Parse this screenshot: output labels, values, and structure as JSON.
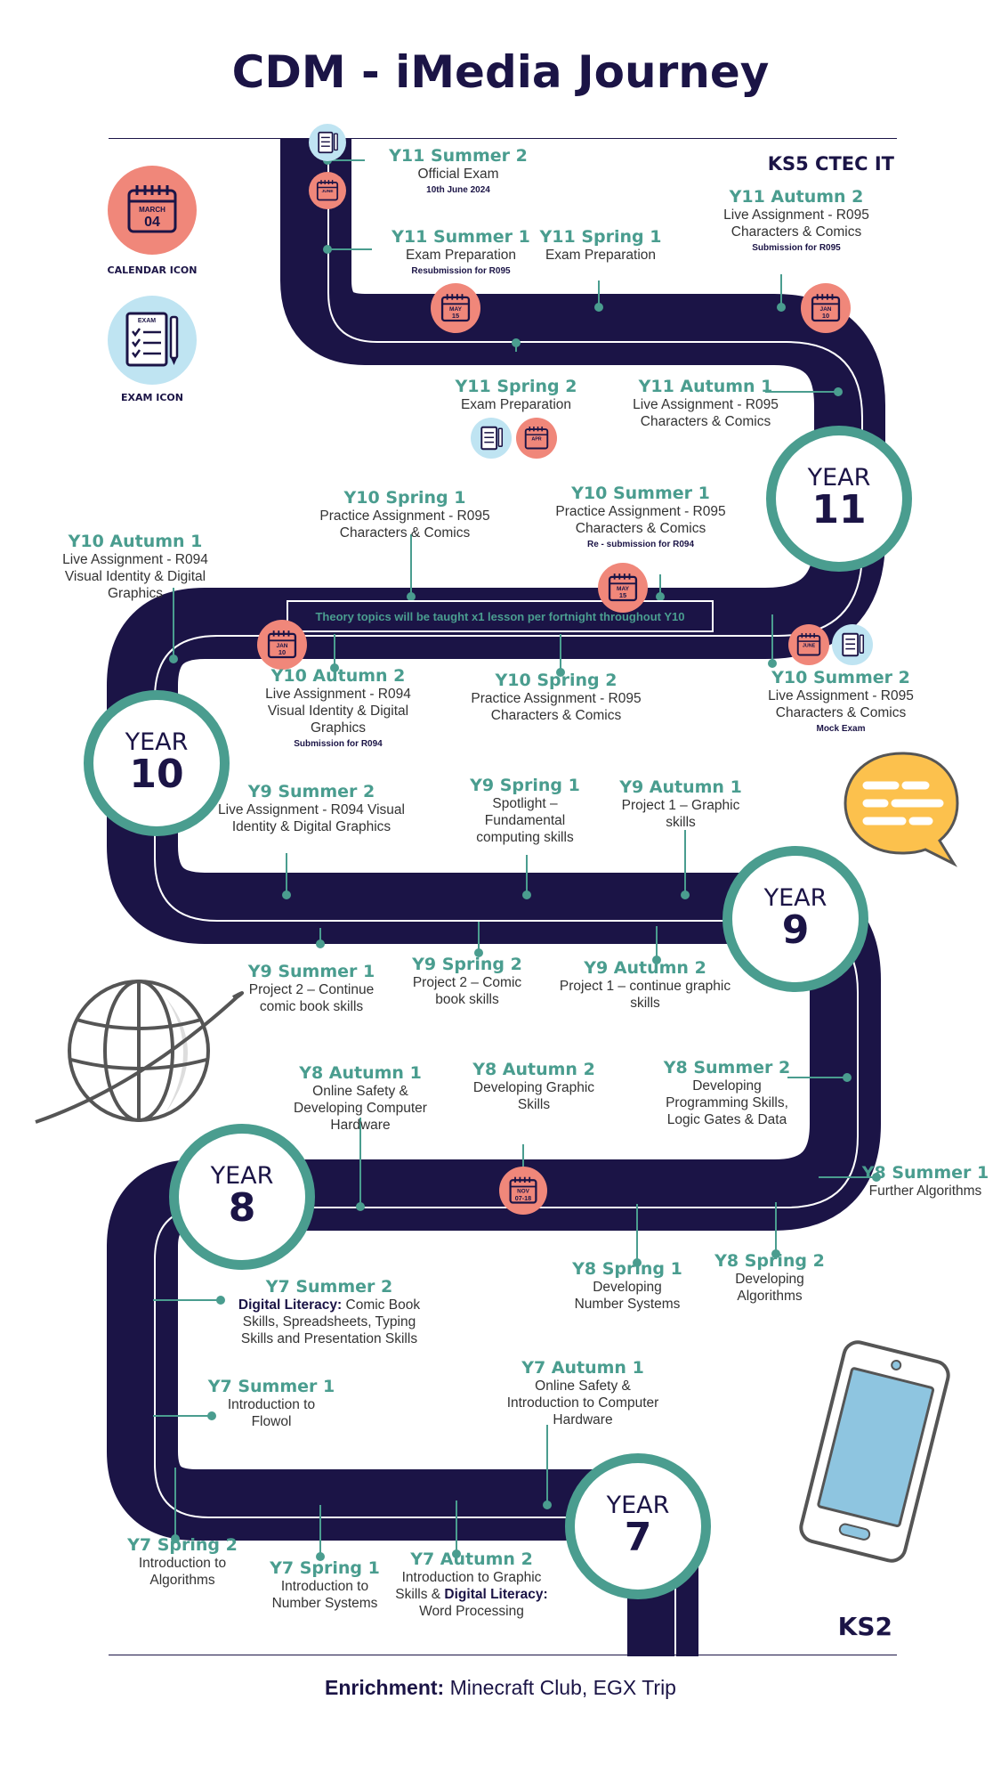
{
  "title": "CDM - iMedia Journey",
  "ks5_label": "KS5 CTEC IT",
  "ks2_label": "KS2",
  "legend": {
    "calendar_label": "CALENDAR ICON",
    "exam_label": "EXAM ICON",
    "calendar_month": "MARCH",
    "calendar_day": "04",
    "exam_word": "EXAM"
  },
  "years": {
    "y7": {
      "label": "YEAR",
      "number": "7"
    },
    "y8": {
      "label": "YEAR",
      "number": "8"
    },
    "y9": {
      "label": "YEAR",
      "number": "9"
    },
    "y10": {
      "label": "YEAR",
      "number": "10"
    },
    "y11": {
      "label": "YEAR",
      "number": "11"
    }
  },
  "theory_banner": "Theory topics will be taught x1 lesson per fortnight throughout Y10",
  "enrichment": {
    "label": "Enrichment:",
    "text": " Minecraft Club, EGX Trip"
  },
  "calendar_badges": {
    "june_a": {
      "m": "JUNE",
      "d": ""
    },
    "may_a": {
      "m": "MAY",
      "d": "15"
    },
    "jan_a": {
      "m": "JAN",
      "d": "10"
    },
    "apr": {
      "m": "APR",
      "d": ""
    },
    "may_b": {
      "m": "MAY",
      "d": "15"
    },
    "jan_b": {
      "m": "JAN",
      "d": "10"
    },
    "june_b": {
      "m": "JUNE",
      "d": ""
    },
    "nov": {
      "m": "NOV",
      "d": "07-18"
    }
  },
  "milestones": {
    "y11_summer2": {
      "h": "Y11 Summer 2",
      "d": "Official Exam",
      "n": "10th June 2024"
    },
    "y11_summer1": {
      "h": "Y11 Summer 1",
      "d": "Exam Preparation",
      "n": "Resubmission for R095"
    },
    "y11_spring1": {
      "h": "Y11 Spring 1",
      "d": "Exam Preparation"
    },
    "y11_autumn2": {
      "h": "Y11 Autumn 2",
      "d1": "Live Assignment - R095",
      "d2": "Characters & Comics",
      "n": "Submission for R095"
    },
    "y11_spring2": {
      "h": "Y11 Spring 2",
      "d": "Exam Preparation"
    },
    "y11_autumn1": {
      "h": "Y11 Autumn 1",
      "d1": "Live Assignment - R095",
      "d2": "Characters & Comics"
    },
    "y10_spring1": {
      "h": "Y10 Spring 1",
      "d1": "Practice Assignment - R095",
      "d2": "Characters & Comics"
    },
    "y10_summer1": {
      "h": "Y10 Summer 1",
      "d1": "Practice Assignment - R095",
      "d2": "Characters & Comics",
      "n": "Re - submission for R094"
    },
    "y10_autumn1": {
      "h": "Y10 Autumn 1",
      "d1": "Live Assignment - R094",
      "d2": "Visual Identity & Digital",
      "d3": "Graphics"
    },
    "y10_autumn2": {
      "h": "Y10 Autumn 2",
      "d1": "Live Assignment - R094",
      "d2": "Visual Identity & Digital",
      "d3": "Graphics",
      "n": "Submission for R094"
    },
    "y10_spring2": {
      "h": "Y10 Spring 2",
      "d1": "Practice Assignment - R095",
      "d2": "Characters & Comics"
    },
    "y10_summer2": {
      "h": "Y10 Summer 2",
      "d1": "Live Assignment - R095",
      "d2": "Characters & Comics",
      "n": "Mock Exam"
    },
    "y9_summer2": {
      "h": "Y9 Summer 2",
      "d1": "Live Assignment - R094 Visual",
      "d2": "Identity & Digital Graphics"
    },
    "y9_spring1": {
      "h": "Y9 Spring 1",
      "d1": "Spotlight –",
      "d2": "Fundamental",
      "d3": "computing skills"
    },
    "y9_autumn1": {
      "h": "Y9 Autumn 1",
      "d1": "Project 1 – Graphic",
      "d2": "skills"
    },
    "y9_summer1": {
      "h": "Y9 Summer 1",
      "d1": "Project 2 – Continue",
      "d2": "comic book skills"
    },
    "y9_spring2": {
      "h": "Y9 Spring 2",
      "d1": "Project 2 – Comic",
      "d2": "book skills"
    },
    "y9_autumn2": {
      "h": "Y9 Autumn 2",
      "d1": "Project 1 – continue graphic",
      "d2": "skills"
    },
    "y8_autumn1": {
      "h": "Y8 Autumn 1",
      "d1": "Online Safety &",
      "d2": "Developing Computer",
      "d3": "Hardware"
    },
    "y8_autumn2": {
      "h": "Y8 Autumn 2",
      "d1": "Developing Graphic",
      "d2": "Skills"
    },
    "y8_summer2": {
      "h": "Y8 Summer 2",
      "d1": "Developing",
      "d2": "Programming Skills,",
      "d3": "Logic Gates & Data"
    },
    "y8_summer1": {
      "h": "Y8 Summer 1",
      "d": "Further Algorithms"
    },
    "y8_spring1": {
      "h": "Y8 Spring 1",
      "d1": "Developing",
      "d2": "Number Systems"
    },
    "y8_spring2": {
      "h": "Y8 Spring 2",
      "d1": "Developing",
      "d2": "Algorithms"
    },
    "y7_summer2": {
      "h": "Y7 Summer 2",
      "bold": "Digital Literacy:",
      "d1": " Comic Book",
      "d2": "Skills, Spreadsheets, Typing",
      "d3": "Skills and Presentation Skills"
    },
    "y7_summer1": {
      "h": "Y7 Summer 1",
      "d1": "Introduction to",
      "d2": "Flowol"
    },
    "y7_autumn1": {
      "h": "Y7 Autumn 1",
      "d1": "Online Safety &",
      "d2": "Introduction to Computer",
      "d3": "Hardware"
    },
    "y7_spring2": {
      "h": "Y7 Spring 2",
      "d1": "Introduction to",
      "d2": "Algorithms"
    },
    "y7_spring1": {
      "h": "Y7 Spring 1",
      "d1": "Introduction to",
      "d2": "Number Systems"
    },
    "y7_autumn2": {
      "h": "Y7 Autumn 2",
      "d1": "Introduction to Graphic",
      "d2": "Skills & ",
      "bold": "Digital Literacy:",
      "d3": "Word Processing"
    }
  },
  "colors": {
    "road": "#1b1446",
    "teal": "#4a9d8f",
    "salmon": "#f0877a",
    "lightblue": "#bfe4f2",
    "speech": "#fcc14d"
  }
}
